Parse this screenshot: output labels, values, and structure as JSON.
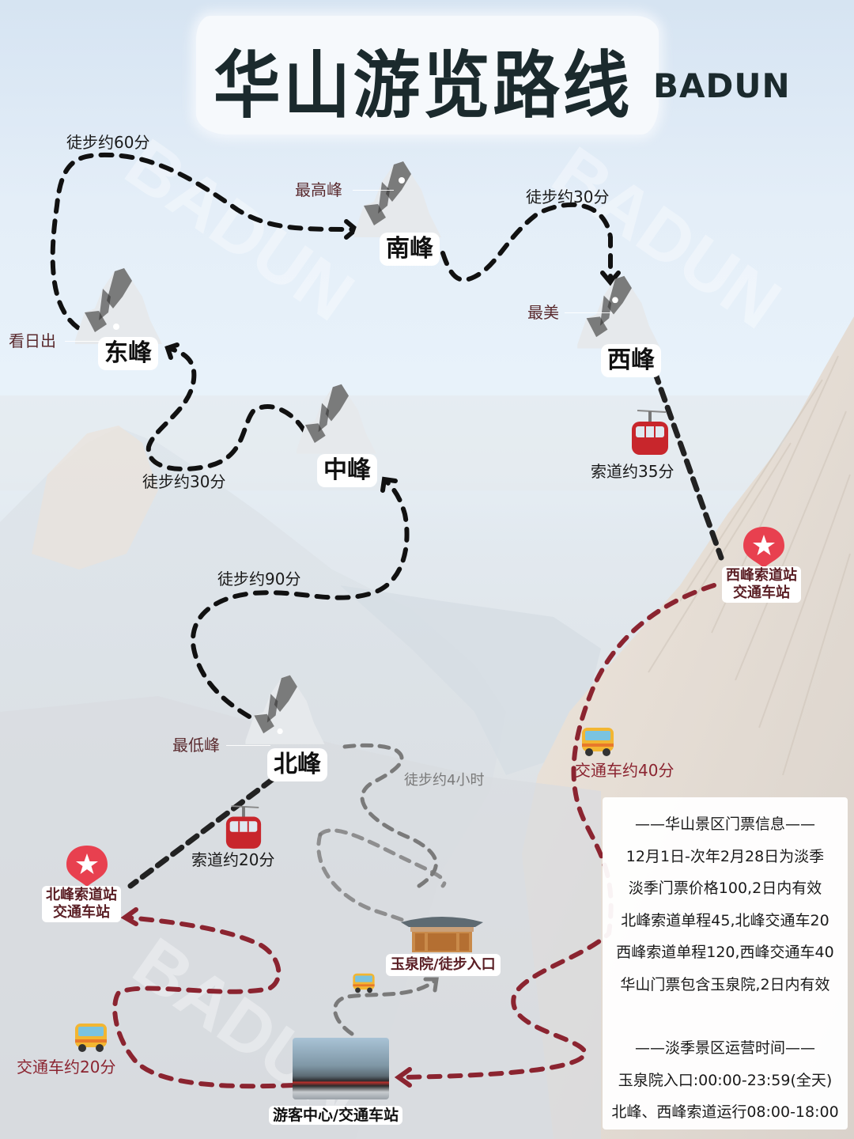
{
  "title": {
    "main": "华山游览路线",
    "brand": "BADUN",
    "watermark": "BADUN"
  },
  "colors": {
    "walk_route": "#111111",
    "bus_route": "#8b2430",
    "hike_route_grey": "#7a7a7a",
    "pin_red": "#e8404f",
    "station_text": "#5a1e24",
    "note_text": "#5a2a2e",
    "title_text": "#1b2a2d"
  },
  "peaks": {
    "south": {
      "name": "南峰",
      "note": "最高峰"
    },
    "east": {
      "name": "东峰",
      "note": "看日出"
    },
    "west": {
      "name": "西峰",
      "note": "最美"
    },
    "center": {
      "name": "中峰"
    },
    "north": {
      "name": "北峰",
      "note": "最低峰"
    }
  },
  "routes": {
    "east_to_south": "徒步约60分",
    "south_to_west": "徒步约30分",
    "center_to_east": "徒步约30分",
    "north_to_center": "徒步约90分",
    "yuquan_to_north": "徒步约4小时",
    "west_cable": "索道约35分",
    "north_cable": "索道约20分",
    "west_bus": "交通车约40分",
    "north_bus": "交通车约20分"
  },
  "stations": {
    "west_station": {
      "line1": "西峰索道站",
      "line2": "交通车站"
    },
    "north_station": {
      "line1": "北峰索道站",
      "line2": "交通车站"
    },
    "yuquan": "玉泉院/徒步入口",
    "visitor_center": "游客中心/交通车站"
  },
  "icons": {
    "cable_car": "cable-car-icon",
    "bus": "bus-icon",
    "location_pin": "star-pin-icon",
    "temple": "temple-icon",
    "mountain": "ink-mountain-icon"
  },
  "ticket_info": {
    "heading": "——华山景区门票信息——",
    "lines": [
      "12月1日-次年2月28日为淡季",
      "淡季门票价格100,2日内有效",
      "北峰索道单程45,北峰交通车20",
      "西峰索道单程120,西峰交通车40",
      "华山门票包含玉泉院,2日内有效"
    ]
  },
  "hours_info": {
    "heading": "——淡季景区运营时间——",
    "lines": [
      "玉泉院入口:00:00-23:59(全天)",
      "北峰、西峰索道运行08:00-18:00"
    ]
  }
}
